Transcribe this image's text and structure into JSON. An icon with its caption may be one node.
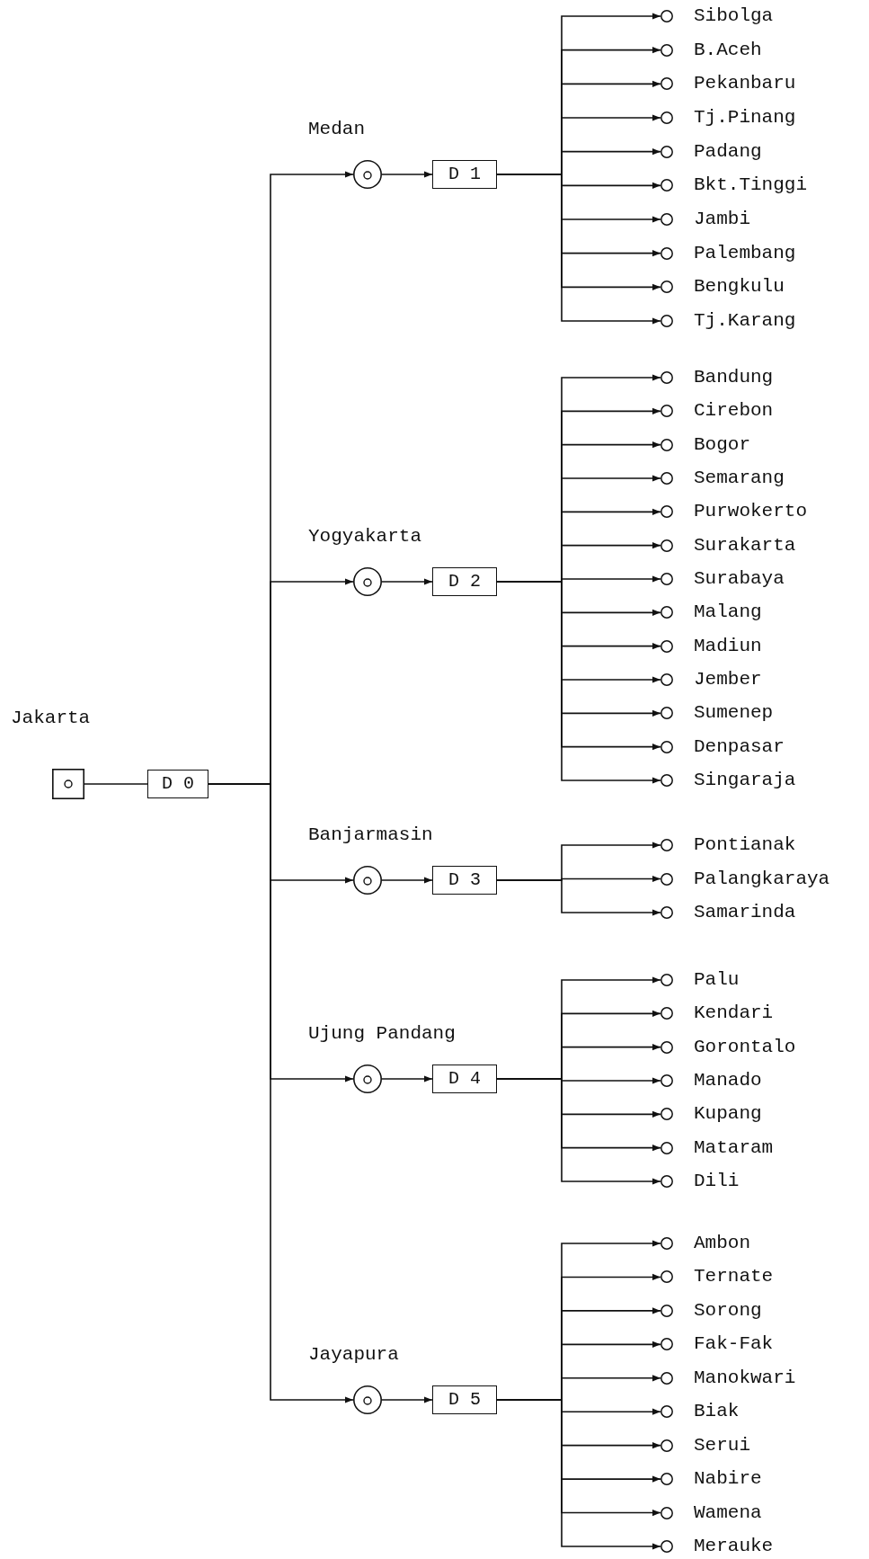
{
  "diagram": {
    "nodes": [
      {
        "text": [],
        "shape": "box",
        "beside": [
          "Jakarta"
        ]
      },
      {
        "text": [
          "D 0"
        ]
      },
      {
        "text": [],
        "shape": "circle",
        "beside": [
          "Medan"
        ]
      },
      {
        "text": [
          "D 1"
        ]
      },
      {
        "text": [],
        "shape": "circle",
        "beside": [
          "Sibolga"
        ]
      },
      {
        "text": [],
        "shape": "circle",
        "beside": [
          "B.Aceh"
        ]
      },
      {
        "text": [],
        "shape": "circle",
        "beside": [
          "Pekanbaru"
        ]
      },
      {
        "text": [],
        "shape": "circle",
        "beside": [
          "Tj.Pinang"
        ]
      },
      {
        "text": [],
        "shape": "circle",
        "beside": [
          "Padang"
        ]
      },
      {
        "text": [],
        "shape": "circle",
        "beside": [
          "Bkt.Tinggi"
        ]
      },
      {
        "text": [],
        "shape": "circle",
        "beside": [
          "Jambi"
        ]
      },
      {
        "text": [],
        "shape": "circle",
        "beside": [
          "Palembang"
        ]
      },
      {
        "text": [],
        "shape": "circle",
        "beside": [
          "Bengkulu"
        ]
      },
      {
        "text": [],
        "shape": "circle",
        "beside": [
          "Tj.Karang"
        ]
      },
      {
        "text": [],
        "shape": "circle",
        "beside": [
          "Yogyakarta"
        ]
      },
      {
        "text": [
          "D 2"
        ]
      },
      {
        "text": [],
        "shape": "circle",
        "beside": [
          "Bandung"
        ]
      },
      {
        "text": [],
        "shape": "circle",
        "beside": [
          "Cirebon"
        ]
      },
      {
        "text": [],
        "shape": "circle",
        "beside": [
          "Bogor"
        ]
      },
      {
        "text": [],
        "shape": "circle",
        "beside": [
          "Semarang"
        ]
      },
      {
        "text": [],
        "shape": "circle",
        "beside": [
          "Purwokerto"
        ]
      },
      {
        "text": [],
        "shape": "circle",
        "beside": [
          "Surakarta"
        ]
      },
      {
        "text": [],
        "shape": "circle",
        "beside": [
          "Surabaya"
        ]
      },
      {
        "text": [],
        "shape": "circle",
        "beside": [
          "Malang"
        ]
      },
      {
        "text": [],
        "shape": "circle",
        "beside": [
          "Madiun"
        ]
      },
      {
        "text": [],
        "shape": "circle",
        "beside": [
          "Jember"
        ]
      },
      {
        "text": [],
        "shape": "circle",
        "beside": [
          "Sumenep"
        ]
      },
      {
        "text": [],
        "shape": "circle",
        "beside": [
          "Denpasar"
        ]
      },
      {
        "text": [],
        "shape": "circle",
        "beside": [
          "Singaraja"
        ]
      },
      {
        "text": [],
        "shape": "circle",
        "beside": [
          "Banjarmasin"
        ]
      },
      {
        "text": [
          "D 3"
        ]
      },
      {
        "text": [],
        "shape": "circle",
        "beside": [
          "Pontianak"
        ]
      },
      {
        "text": [],
        "shape": "circle",
        "beside": [
          "Palangkaraya"
        ]
      },
      {
        "text": [],
        "shape": "circle",
        "beside": [
          "Samarinda"
        ]
      },
      {
        "text": [],
        "shape": "circle",
        "beside": [
          "Ujung Pandang"
        ]
      },
      {
        "text": [
          "D 4"
        ]
      },
      {
        "text": [],
        "shape": "circle",
        "beside": [
          "Palu"
        ]
      },
      {
        "text": [],
        "shape": "circle",
        "beside": [
          "Kendari"
        ]
      },
      {
        "text": [],
        "shape": "circle",
        "beside": [
          "Gorontalo"
        ]
      },
      {
        "text": [],
        "shape": "circle",
        "beside": [
          "Manado"
        ]
      },
      {
        "text": [],
        "shape": "circle",
        "beside": [
          "Kupang"
        ]
      },
      {
        "text": [],
        "shape": "circle",
        "beside": [
          "Mataram"
        ]
      },
      {
        "text": [],
        "shape": "circle",
        "beside": [
          "Dili"
        ]
      },
      {
        "text": [],
        "shape": "circle",
        "beside": [
          "Jayapura"
        ]
      },
      {
        "text": [
          "D 5"
        ]
      },
      {
        "text": [],
        "shape": "circle",
        "beside": [
          "Ambon"
        ]
      },
      {
        "text": [],
        "shape": "circle",
        "beside": [
          "Ternate"
        ]
      },
      {
        "text": [],
        "shape": "circle",
        "beside": [
          "Sorong"
        ]
      },
      {
        "text": [],
        "shape": "circle",
        "beside": [
          "Fak-Fak"
        ]
      },
      {
        "text": [],
        "shape": "circle",
        "beside": [
          "Manokwari"
        ]
      },
      {
        "text": [],
        "shape": "circle",
        "beside": [
          "Biak"
        ]
      },
      {
        "text": [],
        "shape": "circle",
        "beside": [
          "Serui"
        ]
      },
      {
        "text": [],
        "shape": "circle",
        "beside": [
          "Nabire"
        ]
      },
      {
        "text": [],
        "shape": "circle",
        "beside": [
          "Wamena"
        ]
      },
      {
        "text": [],
        "shape": "circle",
        "beside": [
          "Merauke"
        ]
      }
    ],
    "edges": [
      {
        "from": 0,
        "to": 1,
        "arrow": "none"
      },
      {
        "from": 1,
        "to": 2,
        "arrow": "to"
      },
      {
        "from": 1,
        "to": 14,
        "arrow": "to"
      },
      {
        "from": 1,
        "to": 29,
        "arrow": "to"
      },
      {
        "from": 1,
        "to": 34,
        "arrow": "to"
      },
      {
        "from": 1,
        "to": 43,
        "arrow": "to"
      },
      {
        "from": 2,
        "to": 3,
        "arrow": "to"
      },
      {
        "from": 3,
        "to": 4,
        "arrow": "to"
      },
      {
        "from": 3,
        "to": 5,
        "arrow": "to"
      },
      {
        "from": 3,
        "to": 6,
        "arrow": "to"
      },
      {
        "from": 3,
        "to": 7,
        "arrow": "to"
      },
      {
        "from": 3,
        "to": 8,
        "arrow": "to"
      },
      {
        "from": 3,
        "to": 9,
        "arrow": "to"
      },
      {
        "from": 3,
        "to": 10,
        "arrow": "to"
      },
      {
        "from": 3,
        "to": 11,
        "arrow": "to"
      },
      {
        "from": 3,
        "to": 12,
        "arrow": "to"
      },
      {
        "from": 3,
        "to": 13,
        "arrow": "to"
      },
      {
        "from": 14,
        "to": 15,
        "arrow": "to"
      },
      {
        "from": 15,
        "to": 16,
        "arrow": "to"
      },
      {
        "from": 15,
        "to": 17,
        "arrow": "to"
      },
      {
        "from": 15,
        "to": 18,
        "arrow": "to"
      },
      {
        "from": 15,
        "to": 19,
        "arrow": "to"
      },
      {
        "from": 15,
        "to": 20,
        "arrow": "to"
      },
      {
        "from": 15,
        "to": 21,
        "arrow": "to"
      },
      {
        "from": 15,
        "to": 22,
        "arrow": "to"
      },
      {
        "from": 15,
        "to": 23,
        "arrow": "to"
      },
      {
        "from": 15,
        "to": 24,
        "arrow": "to"
      },
      {
        "from": 15,
        "to": 25,
        "arrow": "to"
      },
      {
        "from": 15,
        "to": 26,
        "arrow": "to"
      },
      {
        "from": 15,
        "to": 27,
        "arrow": "to"
      },
      {
        "from": 15,
        "to": 28,
        "arrow": "to"
      },
      {
        "from": 29,
        "to": 30,
        "arrow": "to"
      },
      {
        "from": 30,
        "to": 31,
        "arrow": "to"
      },
      {
        "from": 30,
        "to": 32,
        "arrow": "to"
      },
      {
        "from": 30,
        "to": 33,
        "arrow": "to"
      },
      {
        "from": 34,
        "to": 35,
        "arrow": "to"
      },
      {
        "from": 35,
        "to": 36,
        "arrow": "to"
      },
      {
        "from": 35,
        "to": 37,
        "arrow": "to"
      },
      {
        "from": 35,
        "to": 38,
        "arrow": "to"
      },
      {
        "from": 35,
        "to": 39,
        "arrow": "to"
      },
      {
        "from": 35,
        "to": 40,
        "arrow": "to"
      },
      {
        "from": 35,
        "to": 41,
        "arrow": "to"
      },
      {
        "from": 35,
        "to": 42,
        "arrow": "to"
      },
      {
        "from": 43,
        "to": 44,
        "arrow": "to"
      },
      {
        "from": 44,
        "to": 45,
        "arrow": "to"
      },
      {
        "from": 44,
        "to": 46,
        "arrow": "to"
      },
      {
        "from": 44,
        "to": 47,
        "arrow": "to"
      },
      {
        "from": 44,
        "to": 48,
        "arrow": "to"
      },
      {
        "from": 44,
        "to": 49,
        "arrow": "to"
      },
      {
        "from": 44,
        "to": 50,
        "arrow": "to"
      },
      {
        "from": 44,
        "to": 51,
        "arrow": "to"
      },
      {
        "from": 44,
        "to": 52,
        "arrow": "to"
      },
      {
        "from": 44,
        "to": 53,
        "arrow": "to"
      },
      {
        "from": 44,
        "to": 54,
        "arrow": "to"
      }
    ]
  }
}
